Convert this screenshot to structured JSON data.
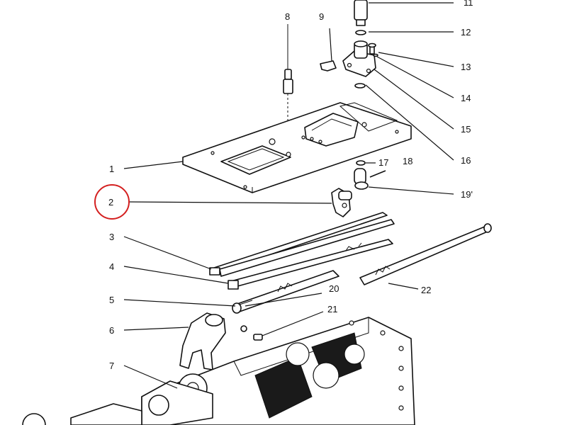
{
  "diagram": {
    "labels": {
      "p1": "1",
      "p2": "2",
      "p3": "3",
      "p4": "4",
      "p5": "5",
      "p6": "6",
      "p7": "7",
      "p8": "8",
      "p9": "9",
      "p11": "11",
      "p12": "12",
      "p13": "13",
      "p14": "14",
      "p15": "15",
      "p16": "16",
      "p17": "17",
      "p18": "18",
      "p19": "19'",
      "p20": "20",
      "p21": "21",
      "p22": "22"
    },
    "highlight": {
      "target": "2",
      "color": "#d42020"
    },
    "ink_color": "#111111"
  }
}
